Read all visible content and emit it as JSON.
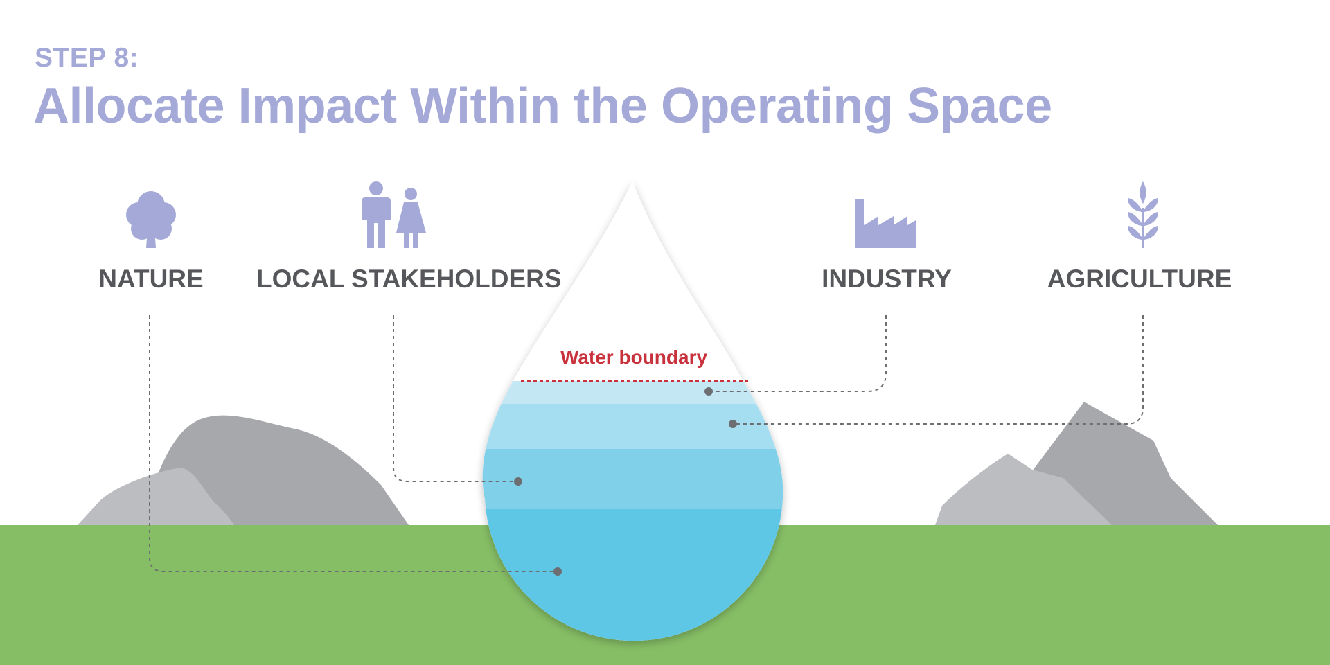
{
  "heading": {
    "step": "STEP 8:",
    "title": "Allocate Impact Within the Operating Space"
  },
  "stakeholders": [
    {
      "label": "NATURE",
      "icon": "tree-icon"
    },
    {
      "label": "LOCAL STAKEHOLDERS",
      "icon": "people-icon"
    },
    {
      "label": "INDUSTRY",
      "icon": "factory-icon"
    },
    {
      "label": "AGRICULTURE",
      "icon": "wheat-icon"
    }
  ],
  "water_boundary_label": "Water boundary",
  "colors": {
    "heading": "#a4a9d8",
    "icon": "#a4a9d8",
    "label": "#55575a",
    "boundary": "#c8323c",
    "ground": "#86be65",
    "rock_dark": "#a7a8ab",
    "rock_light": "#bcbdc0",
    "water_layers": [
      "#c4e8f3",
      "#a5def0",
      "#80d0ea",
      "#5ec7e6"
    ]
  }
}
